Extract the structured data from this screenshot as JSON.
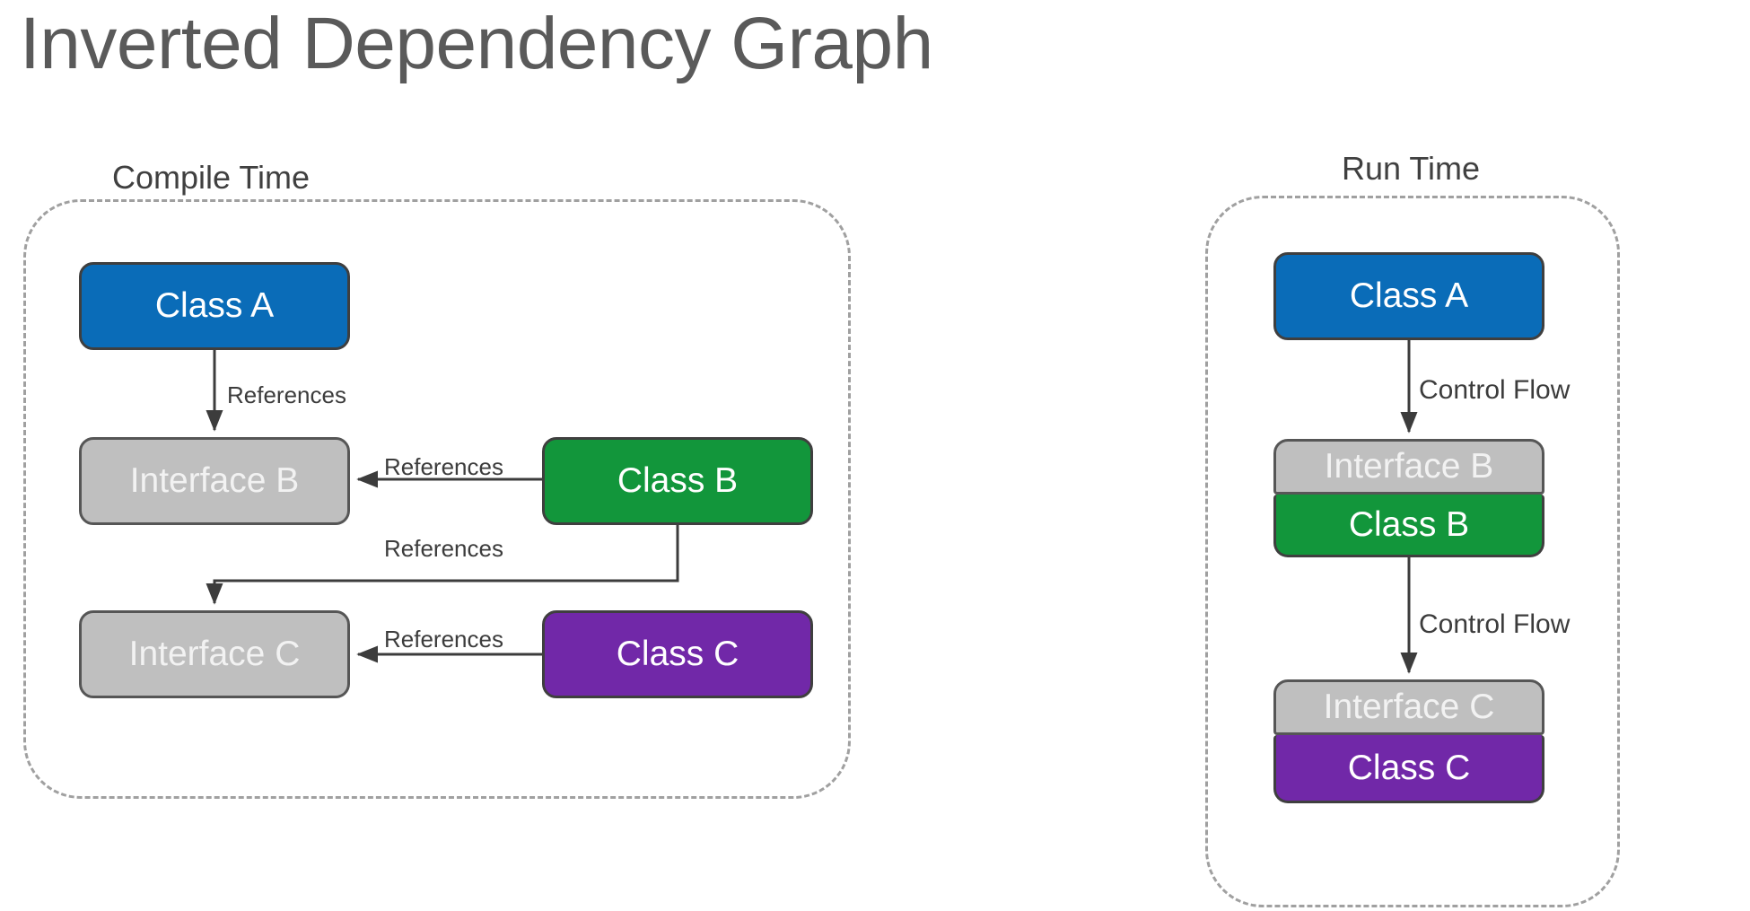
{
  "page": {
    "title": "Inverted Dependency Graph",
    "background": "#ffffff",
    "title_color": "#5a5a5a"
  },
  "colors": {
    "class_a": "#0a6cb8",
    "class_b": "#12963b",
    "class_c": "#7128a8",
    "interface": "#bfbfbf",
    "node_border": "#3f3f3f",
    "group_border": "#a0a0a0",
    "edge": "#3c3c3c",
    "label_text": "#3c3c3c"
  },
  "compile_time": {
    "heading": "Compile Time",
    "nodes": {
      "class_a": "Class A",
      "interface_b": "Interface B",
      "class_b": "Class B",
      "interface_c": "Interface C",
      "class_c": "Class C"
    },
    "edges": [
      {
        "id": "a-to-ib",
        "label": "References",
        "from": "Class A",
        "to": "Interface B",
        "direction": "down"
      },
      {
        "id": "b-to-ib",
        "label": "References",
        "from": "Class B",
        "to": "Interface B",
        "direction": "left"
      },
      {
        "id": "b-to-ic",
        "label": "References",
        "from": "Class B",
        "to": "Interface C",
        "direction": "elbow-left-down"
      },
      {
        "id": "c-to-ic",
        "label": "References",
        "from": "Class C",
        "to": "Interface C",
        "direction": "left"
      }
    ]
  },
  "run_time": {
    "heading": "Run Time",
    "nodes": {
      "class_a": "Class A",
      "interface_b": "Interface B",
      "class_b": "Class B",
      "interface_c": "Interface C",
      "class_c": "Class C"
    },
    "edges": [
      {
        "id": "a-to-b",
        "label": "Control Flow",
        "from": "Class A",
        "to": "Interface B / Class B",
        "direction": "down"
      },
      {
        "id": "b-to-c",
        "label": "Control Flow",
        "from": "Class B",
        "to": "Interface C / Class C",
        "direction": "down"
      }
    ]
  }
}
